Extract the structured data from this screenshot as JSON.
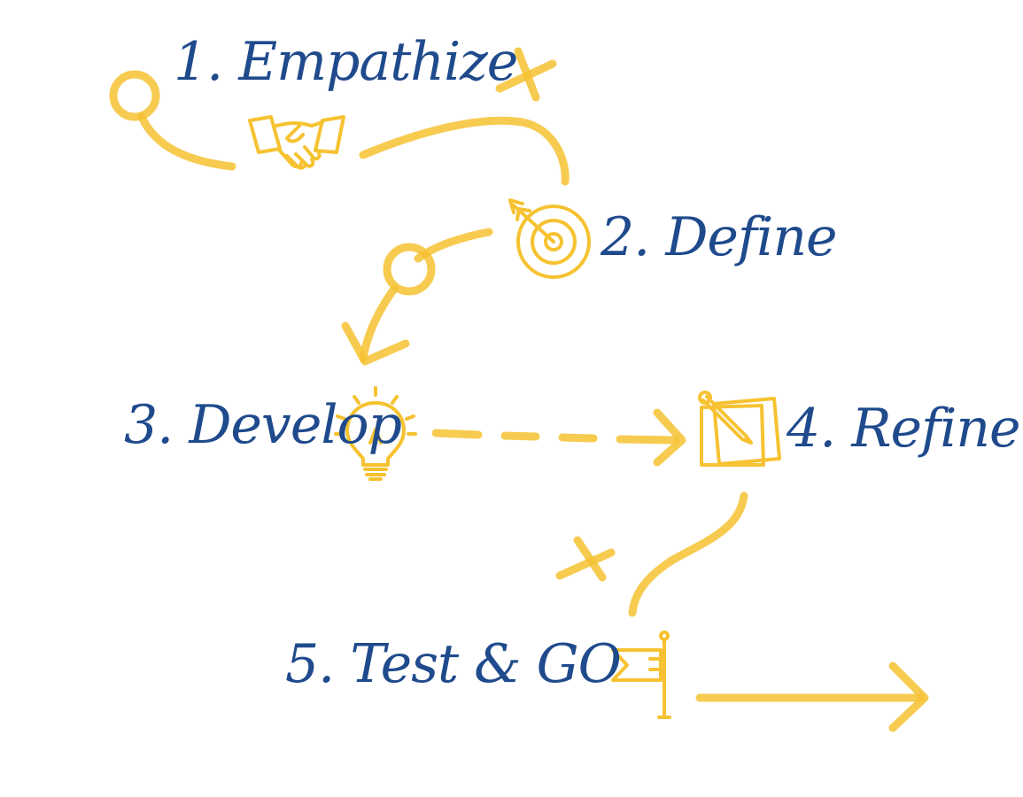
{
  "colors": {
    "accent": "#f6c231",
    "text": "#1f4a8c",
    "background": "#ffffff"
  },
  "steps": [
    {
      "label": "1. Empathize",
      "icon": "handshake-icon"
    },
    {
      "label": "2. Define",
      "icon": "target-icon"
    },
    {
      "label": "3. Develop",
      "icon": "lightbulb-icon"
    },
    {
      "label": "4. Refine",
      "icon": "notepad-pencil-icon"
    },
    {
      "label": "5. Test & GO",
      "icon": "flag-icon"
    }
  ]
}
